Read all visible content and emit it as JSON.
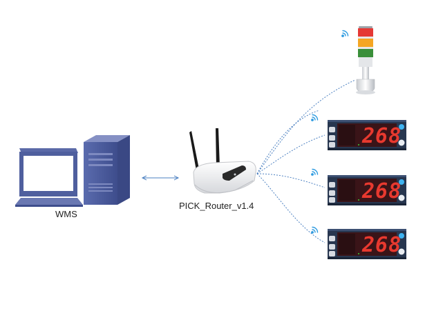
{
  "nodes": {
    "wms": {
      "label": "WMS"
    },
    "router": {
      "label": "PICK_Router_v1.4"
    },
    "displays": [
      {
        "value": "268"
      },
      {
        "value": "268"
      },
      {
        "value": "268"
      }
    ]
  },
  "colors": {
    "link": "#4a7fc0",
    "wifi": "#2e9be0",
    "digit": "#e8392f",
    "panel": "#27364f",
    "pc_case": "#4f5f9e",
    "light_red": "#e53935",
    "light_orange": "#f5a623",
    "light_green": "#3a8f3a"
  },
  "icons": [
    "desktop-computer-icon",
    "wifi-router-icon",
    "stack-light-icon",
    "wifi-signal-icon",
    "led-display-icon"
  ]
}
